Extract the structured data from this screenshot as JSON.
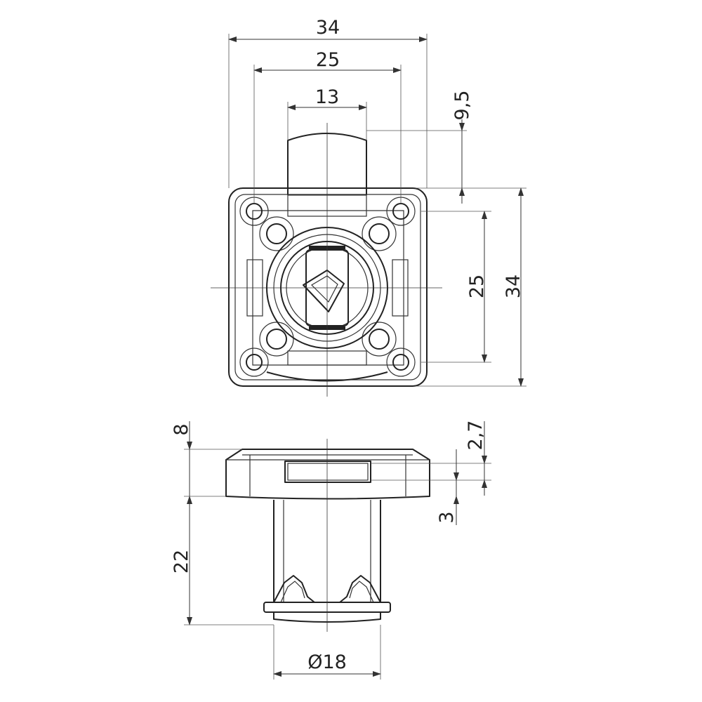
{
  "dimensions": {
    "top_width_overall": "34",
    "top_width_holes": "25",
    "top_width_bolt": "13",
    "bolt_projection": "9,5",
    "height_holes": "25",
    "height_overall": "34",
    "flange_height": "8",
    "slot_height": "2,7",
    "slot_offset": "3",
    "body_length": "22",
    "body_diameter": "Ø18"
  }
}
